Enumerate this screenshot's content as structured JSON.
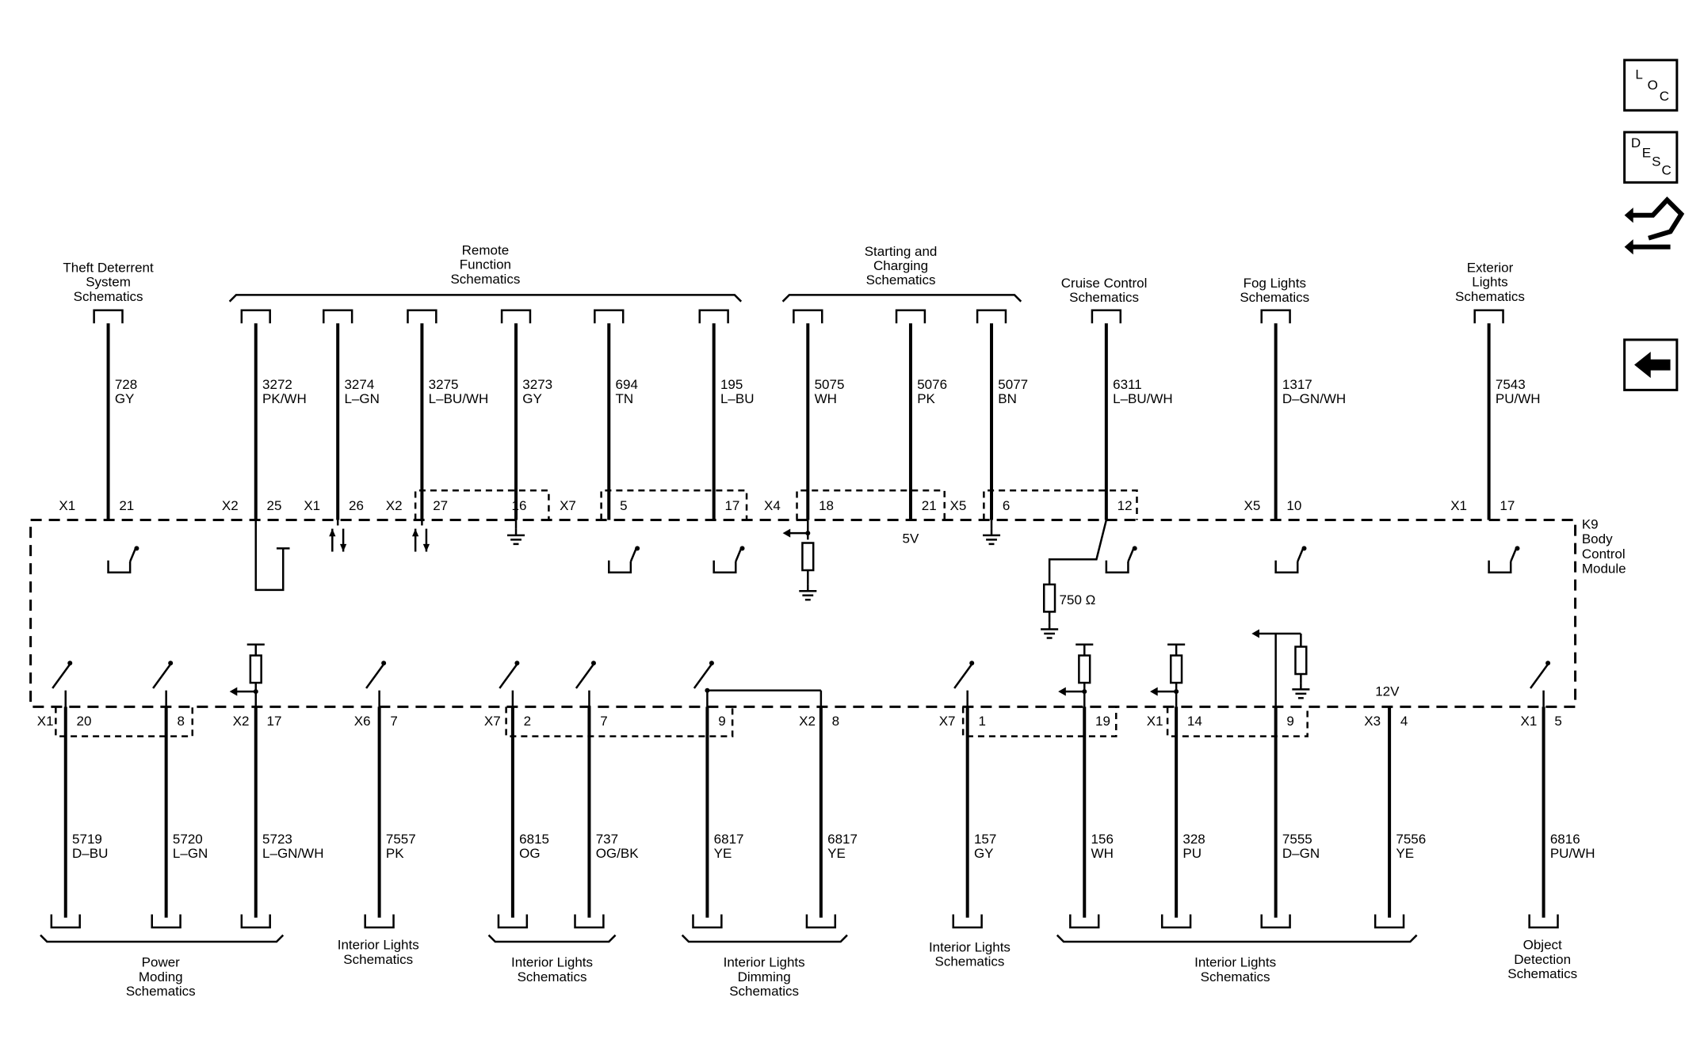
{
  "module": {
    "lines": [
      "K9",
      "Body",
      "Control",
      "Module"
    ]
  },
  "nav": {
    "loc_letters": [
      "L",
      "O",
      "C"
    ],
    "desc_letters": [
      "D",
      "E",
      "S",
      "C"
    ],
    "icons": [
      "loc-button-icon",
      "desc-button-icon",
      "connector-handshake-icon",
      "back-arrow-icon"
    ]
  },
  "top_groups": [
    {
      "lines": [
        "Theft Deterrent",
        "System",
        "Schematics"
      ]
    },
    {
      "lines": [
        "Remote",
        "Function",
        "Schematics"
      ]
    },
    {
      "lines": [
        "Starting and",
        "Charging",
        "Schematics"
      ]
    },
    {
      "lines": [
        "Cruise Control",
        "Schematics"
      ]
    },
    {
      "lines": [
        "Fog Lights",
        "Schematics"
      ]
    },
    {
      "lines": [
        "Exterior",
        "Lights",
        "Schematics"
      ]
    }
  ],
  "top_wires": [
    {
      "circuit": "728",
      "color": "GY",
      "connector": "X1",
      "pin": "21"
    },
    {
      "circuit": "3272",
      "color": "PK/WH",
      "connector": "X2",
      "pin": "25"
    },
    {
      "circuit": "3274",
      "color": "L–GN",
      "connector": "X1",
      "pin": "26"
    },
    {
      "circuit": "3275",
      "color": "L–BU/WH",
      "connector": "X2",
      "pin": "27"
    },
    {
      "circuit": "3273",
      "color": "GY",
      "connector": "",
      "pin": "16"
    },
    {
      "circuit": "694",
      "color": "TN",
      "connector": "X7",
      "pin": "5"
    },
    {
      "circuit": "195",
      "color": "L–BU",
      "connector": "",
      "pin": "17"
    },
    {
      "circuit": "5075",
      "color": "WH",
      "connector": "X4",
      "pin": "18"
    },
    {
      "circuit": "5076",
      "color": "PK",
      "connector": "",
      "pin": "21"
    },
    {
      "circuit": "5077",
      "color": "BN",
      "connector": "X5",
      "pin": "6"
    },
    {
      "circuit": "6311",
      "color": "L–BU/WH",
      "connector": "",
      "pin": "12"
    },
    {
      "circuit": "1317",
      "color": "D–GN/WH",
      "connector": "X5",
      "pin": "10"
    },
    {
      "circuit": "7543",
      "color": "PU/WH",
      "connector": "X1",
      "pin": "17"
    }
  ],
  "bottom_wires": [
    {
      "circuit": "5719",
      "color": "D–BU",
      "connector": "X1",
      "pin": "20"
    },
    {
      "circuit": "5720",
      "color": "L–GN",
      "connector": "",
      "pin": "8"
    },
    {
      "circuit": "5723",
      "color": "L–GN/WH",
      "connector": "X2",
      "pin": "17"
    },
    {
      "circuit": "7557",
      "color": "PK",
      "connector": "X6",
      "pin": "7"
    },
    {
      "circuit": "6815",
      "color": "OG",
      "connector": "X7",
      "pin": "2"
    },
    {
      "circuit": "737",
      "color": "OG/BK",
      "connector": "",
      "pin": "7"
    },
    {
      "circuit": "6817",
      "color": "YE",
      "connector": "",
      "pin": "9"
    },
    {
      "circuit": "6817",
      "color": "YE",
      "connector": "X2",
      "pin": "8"
    },
    {
      "circuit": "157",
      "color": "GY",
      "connector": "X7",
      "pin": "1"
    },
    {
      "circuit": "156",
      "color": "WH",
      "connector": "",
      "pin": "19"
    },
    {
      "circuit": "328",
      "color": "PU",
      "connector": "X1",
      "pin": "14"
    },
    {
      "circuit": "7555",
      "color": "D–GN",
      "connector": "",
      "pin": "9"
    },
    {
      "circuit": "7556",
      "color": "YE",
      "connector": "X3",
      "pin": "4"
    },
    {
      "circuit": "6816",
      "color": "PU/WH",
      "connector": "X1",
      "pin": "5"
    }
  ],
  "bottom_groups": [
    {
      "lines": [
        "Power",
        "Moding",
        "Schematics"
      ]
    },
    {
      "lines": [
        "Interior Lights",
        "Schematics"
      ]
    },
    {
      "lines": [
        "Interior Lights",
        "Schematics"
      ]
    },
    {
      "lines": [
        "Interior Lights",
        "Dimming",
        "Schematics"
      ]
    },
    {
      "lines": [
        "Interior Lights",
        "Schematics"
      ]
    },
    {
      "lines": [
        "Interior Lights",
        "Schematics"
      ]
    },
    {
      "lines": [
        "Object",
        "Detection",
        "Schematics"
      ]
    }
  ],
  "annotations": {
    "v5": "5V",
    "v12": "12V",
    "resistor": "750 Ω"
  }
}
